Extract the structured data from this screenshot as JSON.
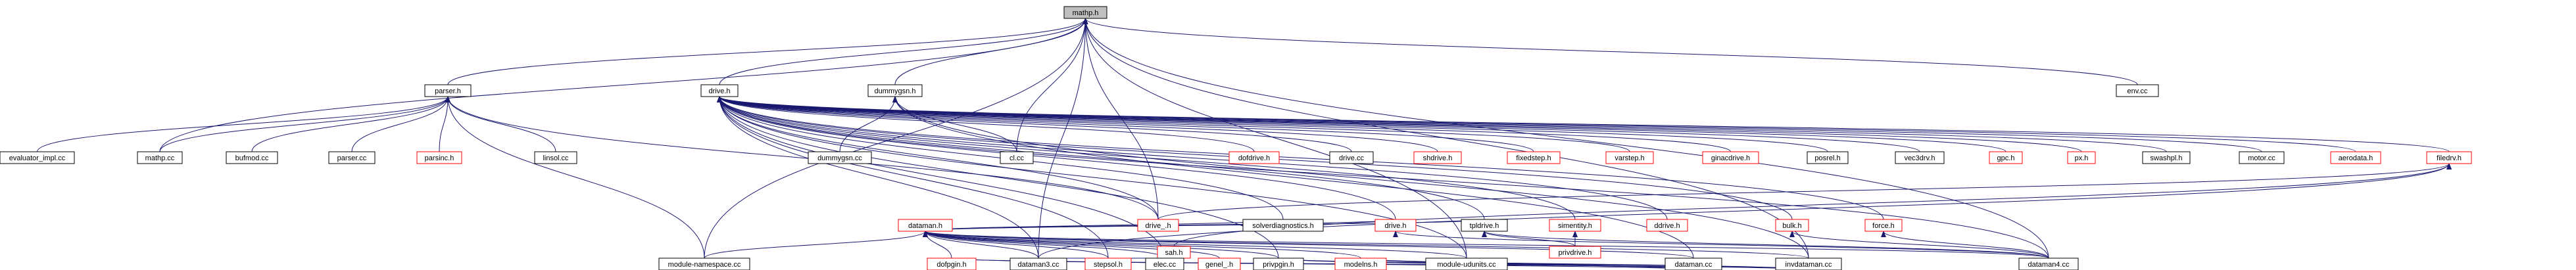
{
  "diagram": {
    "colors": {
      "background": "#ffffff",
      "edge": "#191970",
      "node_border_normal": "#000000",
      "node_border_missing": "#ff0000",
      "node_fill_root": "#bfbfbf",
      "node_fill": "#ffffff",
      "text": "#000000"
    },
    "nodes": [
      {
        "id": "mathp_h",
        "label": "mathp.h",
        "style": "root"
      },
      {
        "id": "parser_h",
        "label": "parser.h",
        "style": "normal"
      },
      {
        "id": "dummygsn_h",
        "label": "dummygsn.h",
        "style": "normal"
      },
      {
        "id": "drive_h",
        "label": "drive.h",
        "style": "normal"
      },
      {
        "id": "env_cc",
        "label": "env.cc",
        "style": "normal"
      },
      {
        "id": "evaluator_impl_cc",
        "label": "evaluator_impl.cc",
        "style": "normal"
      },
      {
        "id": "mathp_cc",
        "label": "mathp.cc",
        "style": "normal"
      },
      {
        "id": "bufmod_cc",
        "label": "bufmod.cc",
        "style": "normal"
      },
      {
        "id": "parser_cc",
        "label": "parser.cc",
        "style": "normal"
      },
      {
        "id": "parsinc_h",
        "label": "parsinc.h",
        "style": "missing"
      },
      {
        "id": "linsol_cc",
        "label": "linsol.cc",
        "style": "normal"
      },
      {
        "id": "dummygsn_cc",
        "label": "dummygsn.cc",
        "style": "normal"
      },
      {
        "id": "cl_cc",
        "label": "cl.cc",
        "style": "normal"
      },
      {
        "id": "dofdrive_h",
        "label": "dofdrive.h",
        "style": "missing"
      },
      {
        "id": "drive_cc",
        "label": "drive.cc",
        "style": "normal"
      },
      {
        "id": "shdrive_h",
        "label": "shdrive.h",
        "style": "missing"
      },
      {
        "id": "fixedstep_h",
        "label": "fixedstep.h",
        "style": "missing"
      },
      {
        "id": "varstep_h",
        "label": "varstep.h",
        "style": "missing"
      },
      {
        "id": "ginacdrive_h",
        "label": "ginacdrive.h",
        "style": "missing"
      },
      {
        "id": "posrel_h",
        "label": "posrel.h",
        "style": "normal"
      },
      {
        "id": "vec3drv_h",
        "label": "vec3drv.h",
        "style": "normal"
      },
      {
        "id": "gpc_h",
        "label": "gpc.h",
        "style": "missing"
      },
      {
        "id": "px_h",
        "label": "px.h",
        "style": "missing"
      },
      {
        "id": "swashpl_h",
        "label": "swashpl.h",
        "style": "normal"
      },
      {
        "id": "motor_cc",
        "label": "motor.cc",
        "style": "normal"
      },
      {
        "id": "aerodata_h",
        "label": "aerodata.h",
        "style": "missing"
      },
      {
        "id": "filedrv_h",
        "label": "filedrv.h",
        "style": "missing"
      },
      {
        "id": "solverdiagnostics_h",
        "label": "solverdiagnostics.h",
        "style": "normal"
      },
      {
        "id": "drivedh",
        "label": "drive.h",
        "style": "missing"
      },
      {
        "id": "tpldrive_h",
        "label": "tpldrive.h",
        "style": "normal"
      },
      {
        "id": "simentity_h",
        "label": "simentity.h",
        "style": "missing"
      },
      {
        "id": "ddrive_h",
        "label": "ddrive.h",
        "style": "missing"
      },
      {
        "id": "drive__h",
        "label": "drive_.h",
        "style": "missing"
      },
      {
        "id": "sah_h",
        "label": "sah.h",
        "style": "missing"
      },
      {
        "id": "dataman_h",
        "label": "dataman.h",
        "style": "missing"
      },
      {
        "id": "privdrive_h",
        "label": "privdrive.h",
        "style": "missing"
      },
      {
        "id": "bulk_h",
        "label": "bulk.h",
        "style": "missing"
      },
      {
        "id": "force_h",
        "label": "force.h",
        "style": "missing"
      },
      {
        "id": "module_namespace_cc",
        "label": "module-namespace.cc",
        "style": "normal"
      },
      {
        "id": "dofpgin_h",
        "label": "dofpgin.h",
        "style": "missing"
      },
      {
        "id": "dataman3_cc",
        "label": "dataman3.cc",
        "style": "normal"
      },
      {
        "id": "stepsol_h",
        "label": "stepsol.h",
        "style": "missing"
      },
      {
        "id": "elec_cc",
        "label": "elec.cc",
        "style": "normal"
      },
      {
        "id": "genel__h",
        "label": "genel_.h",
        "style": "missing"
      },
      {
        "id": "privpgin_h",
        "label": "privpgin.h",
        "style": "normal"
      },
      {
        "id": "modelns_h",
        "label": "modelns.h",
        "style": "missing"
      },
      {
        "id": "module_udunits_cc",
        "label": "module-udunits.cc",
        "style": "normal"
      },
      {
        "id": "dataman4_cc",
        "label": "dataman4.cc",
        "style": "normal"
      },
      {
        "id": "dataman_cc",
        "label": "dataman.cc",
        "style": "normal"
      },
      {
        "id": "invdataman_cc",
        "label": "invdataman.cc",
        "style": "normal"
      }
    ],
    "edges": [
      [
        "parser_h",
        "mathp_h"
      ],
      [
        "dummygsn_h",
        "mathp_h"
      ],
      [
        "drive_h",
        "mathp_h"
      ],
      [
        "env_cc",
        "mathp_h"
      ],
      [
        "mathp_cc",
        "mathp_h"
      ],
      [
        "cl_cc",
        "mathp_h"
      ],
      [
        "module_namespace_cc",
        "mathp_h"
      ],
      [
        "drive__h",
        "mathp_h"
      ],
      [
        "dataman3_cc",
        "mathp_h"
      ],
      [
        "dataman4_cc",
        "mathp_h"
      ],
      [
        "module_udunits_cc",
        "mathp_h"
      ],
      [
        "invdataman_cc",
        "mathp_h"
      ],
      [
        "evaluator_impl_cc",
        "parser_h"
      ],
      [
        "mathp_cc",
        "parser_h"
      ],
      [
        "bufmod_cc",
        "parser_h"
      ],
      [
        "parser_cc",
        "parser_h"
      ],
      [
        "parsinc_h",
        "parser_h"
      ],
      [
        "linsol_cc",
        "parser_h"
      ],
      [
        "module_namespace_cc",
        "parser_h"
      ],
      [
        "drive__h",
        "parser_h"
      ],
      [
        "dummygsn_cc",
        "dummygsn_h"
      ],
      [
        "cl_cc",
        "dummygsn_h"
      ],
      [
        "dataman_cc",
        "dummygsn_h"
      ],
      [
        "invdataman_cc",
        "dummygsn_h"
      ],
      [
        "dofdrive_h",
        "drive_h"
      ],
      [
        "drive_cc",
        "drive_h"
      ],
      [
        "shdrive_h",
        "drive_h"
      ],
      [
        "fixedstep_h",
        "drive_h"
      ],
      [
        "varstep_h",
        "drive_h"
      ],
      [
        "ginacdrive_h",
        "drive_h"
      ],
      [
        "posrel_h",
        "drive_h"
      ],
      [
        "vec3drv_h",
        "drive_h"
      ],
      [
        "gpc_h",
        "drive_h"
      ],
      [
        "px_h",
        "drive_h"
      ],
      [
        "swashpl_h",
        "drive_h"
      ],
      [
        "motor_cc",
        "drive_h"
      ],
      [
        "aerodata_h",
        "drive_h"
      ],
      [
        "filedrv_h",
        "drive_h"
      ],
      [
        "solverdiagnostics_h",
        "drive_h"
      ],
      [
        "drivedh",
        "drive_h"
      ],
      [
        "tpldrive_h",
        "drive_h"
      ],
      [
        "simentity_h",
        "drive_h"
      ],
      [
        "ddrive_h",
        "drive_h"
      ],
      [
        "bulk_h",
        "drive_h"
      ],
      [
        "force_h",
        "drive_h"
      ],
      [
        "drive__h",
        "drive_h"
      ],
      [
        "dataman3_cc",
        "drive_h"
      ],
      [
        "dataman4_cc",
        "drive_h"
      ],
      [
        "stepsol_h",
        "drive_h"
      ],
      [
        "elec_cc",
        "drive_h"
      ],
      [
        "privpgin_h",
        "drive_h"
      ],
      [
        "module_udunits_cc",
        "drive_h"
      ],
      [
        "drive__h",
        "filedrv_h"
      ],
      [
        "sah_h",
        "filedrv_h"
      ],
      [
        "dataman3_cc",
        "filedrv_h"
      ],
      [
        "dataman3_cc",
        "sah_h"
      ],
      [
        "dataman_h",
        "solverdiagnostics_h"
      ],
      [
        "dataman_h",
        "drivedh"
      ],
      [
        "dataman4_cc",
        "drivedh"
      ],
      [
        "dataman_h",
        "tpldrive_h"
      ],
      [
        "privdrive_h",
        "tpldrive_h"
      ],
      [
        "dataman4_cc",
        "tpldrive_h"
      ],
      [
        "privdrive_h",
        "simentity_h"
      ],
      [
        "dataman4_cc",
        "bulk_h"
      ],
      [
        "dataman4_cc",
        "force_h"
      ],
      [
        "module_namespace_cc",
        "dataman_h"
      ],
      [
        "dofpgin_h",
        "dataman_h"
      ],
      [
        "dataman3_cc",
        "dataman_h"
      ],
      [
        "stepsol_h",
        "dataman_h"
      ],
      [
        "elec_cc",
        "dataman_h"
      ],
      [
        "genel__h",
        "dataman_h"
      ],
      [
        "privpgin_h",
        "dataman_h"
      ],
      [
        "modelns_h",
        "dataman_h"
      ],
      [
        "module_udunits_cc",
        "dataman_h"
      ],
      [
        "dataman4_cc",
        "dataman_h"
      ],
      [
        "dataman_cc",
        "dataman_h"
      ],
      [
        "invdataman_cc",
        "dataman_h"
      ],
      [
        "dataman_cc",
        "dofpgin_h"
      ],
      [
        "invdataman_cc",
        "dofpgin_h"
      ],
      [
        "dataman_cc",
        "privpgin_h"
      ],
      [
        "invdataman_cc",
        "privpgin_h"
      ],
      [
        "dataman_cc",
        "modelns_h"
      ],
      [
        "invdataman_cc",
        "modelns_h"
      ]
    ]
  }
}
